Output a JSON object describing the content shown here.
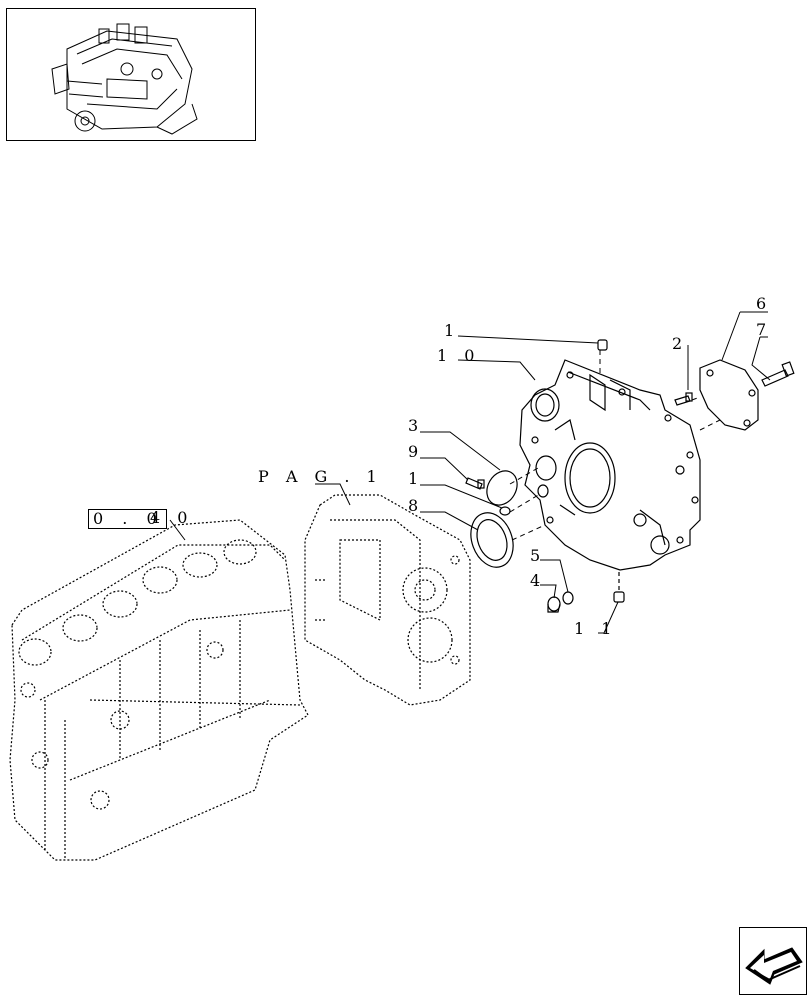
{
  "labels": {
    "l1_top": "1",
    "l10": "1 0",
    "l2": "2",
    "l6": "6",
    "l7": "7",
    "l3": "3",
    "l9": "9",
    "l1_mid": "1",
    "l8": "8",
    "l5": "5",
    "l4": "4",
    "l11": "1 1",
    "pag": "P A G . 1",
    "ref_box": "0 . 0",
    "ref_tail": "4   0"
  },
  "icons": {
    "thumbnail": "engine-thumbnail",
    "nav": "arrow-left-nav-icon"
  }
}
